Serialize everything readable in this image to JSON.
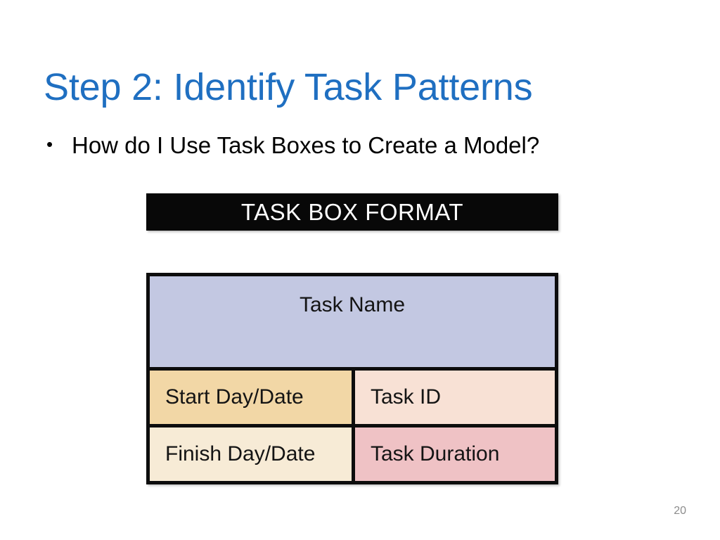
{
  "slide": {
    "title": "Step 2: Identify Task Patterns",
    "title_color": "#1F6FC1",
    "page_number": "20",
    "bullets": [
      {
        "marker": "•",
        "text": "How do I Use Task Boxes to Create a Model?"
      }
    ]
  },
  "figure": {
    "banner": {
      "label": "TASK BOX FORMAT",
      "background": "#080808",
      "text_color": "#FFFFFF"
    },
    "task_box": {
      "border_color": "#0D0D0D",
      "rows": [
        {
          "cells": [
            {
              "label": "Task Name",
              "fill": "#C3C8E2",
              "align": "center"
            }
          ]
        },
        {
          "cells": [
            {
              "label": "Start Day/Date",
              "fill": "#F2D7A6",
              "align": "left"
            },
            {
              "label": "Task ID",
              "fill": "#F8E1D5",
              "align": "left"
            }
          ]
        },
        {
          "cells": [
            {
              "label": "Finish Day/Date",
              "fill": "#F7EBD6",
              "align": "left"
            },
            {
              "label": "Task Duration",
              "fill": "#EFC2C5",
              "align": "left"
            }
          ]
        }
      ]
    }
  }
}
